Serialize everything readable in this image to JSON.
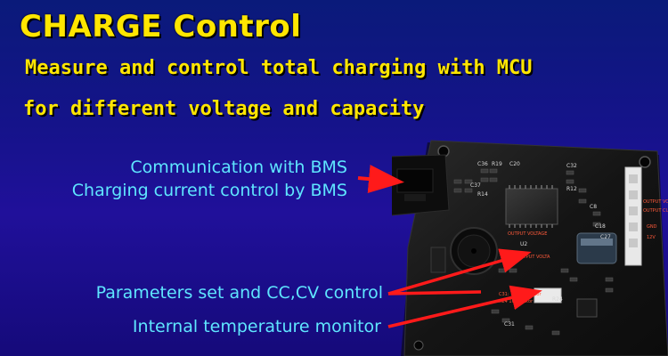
{
  "header": {
    "title": "CHARGE Control",
    "subtitle_line1": "Measure and control total charging with MCU",
    "subtitle_line2": "for different voltage and capacity"
  },
  "annotations": {
    "communication": "Communication with BMS",
    "current_control": "Charging current control by BMS",
    "parameters": "Parameters set and CC,CV control",
    "temperature": "Internal temperature monitor"
  },
  "colors": {
    "title": "#ffe600",
    "annotation_text": "#5fe6ff",
    "arrow": "#ff1a1a",
    "pcb": "#141414",
    "background_top": "#0a1a7a",
    "background_bottom": "#20109a"
  }
}
